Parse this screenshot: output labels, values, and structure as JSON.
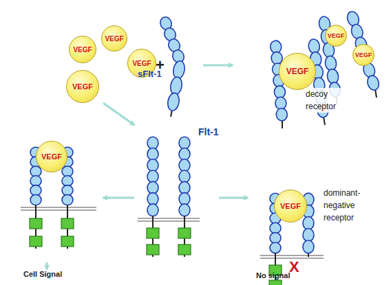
{
  "diagram": {
    "nodes": [
      {
        "text": [
          "VEGF"
        ]
      },
      {
        "text": [
          "VEGF"
        ]
      },
      {
        "text": [
          "VEGF"
        ]
      },
      {
        "text": [
          "VEGF"
        ]
      },
      {
        "text": [
          "VEGF"
        ]
      },
      {
        "text": [
          "VEGF"
        ]
      },
      {
        "text": [
          "VEGF"
        ]
      },
      {
        "text": [
          "VEGF"
        ]
      },
      {
        "text": [
          "VEGF"
        ]
      }
    ],
    "labels": [
      "+",
      "sFlt-1",
      "decoy receptor",
      "Flt-1",
      "dominant- negative receptor",
      "Cell Signal",
      "No signal",
      "X"
    ]
  }
}
